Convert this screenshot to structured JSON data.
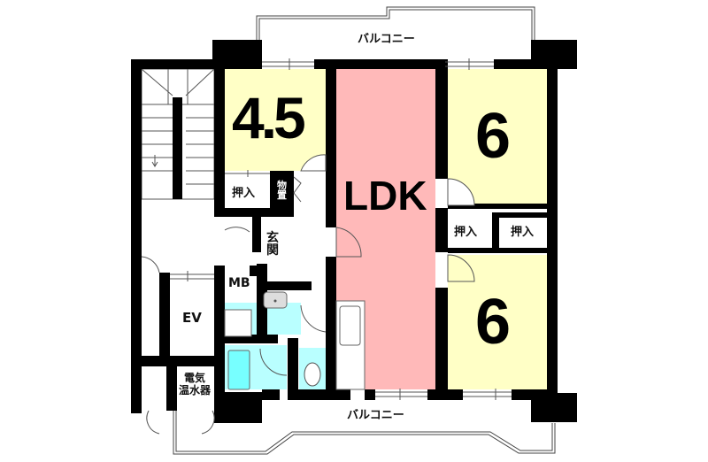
{
  "plan": {
    "balcony_top": "バルコニー",
    "balcony_bottom": "バルコニー",
    "room_western_small": "4.5",
    "room_ldk": "LDK",
    "room_western_top": "6",
    "room_western_bottom": "6",
    "closet_1": "押入",
    "closet_2": "押入",
    "closet_3": "押入",
    "storage": "物置",
    "entrance": "玄関",
    "meter_box": "MB",
    "elevator": "EV",
    "water_heater_line1": "電気",
    "water_heater_line2": "温水器"
  },
  "colors": {
    "western_room": "#ffffc6",
    "ldk": "#ffb9b9",
    "wet_area": "#b9ffff",
    "wall": "#000000"
  }
}
